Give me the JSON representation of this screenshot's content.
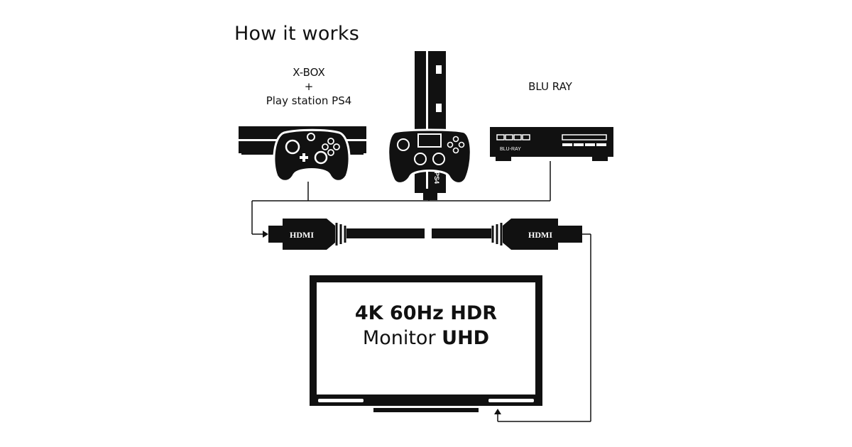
{
  "title": "How it works",
  "devices": {
    "xbox_ps4_label": {
      "line1": "X-BOX",
      "line2": "+",
      "line3": "Play station PS4"
    },
    "bluray_label": "BLU RAY",
    "bluray_front_text": "BLU-RAY",
    "ps4_text": "PS4"
  },
  "cable": {
    "left_connector_label": "HDMI",
    "right_connector_label": "HDMI"
  },
  "monitor": {
    "line1": "4K 60Hz HDR",
    "line2_regular": "Monitor",
    "line2_bold": "UHD"
  },
  "colors": {
    "ink": "#111111",
    "background": "#ffffff"
  }
}
